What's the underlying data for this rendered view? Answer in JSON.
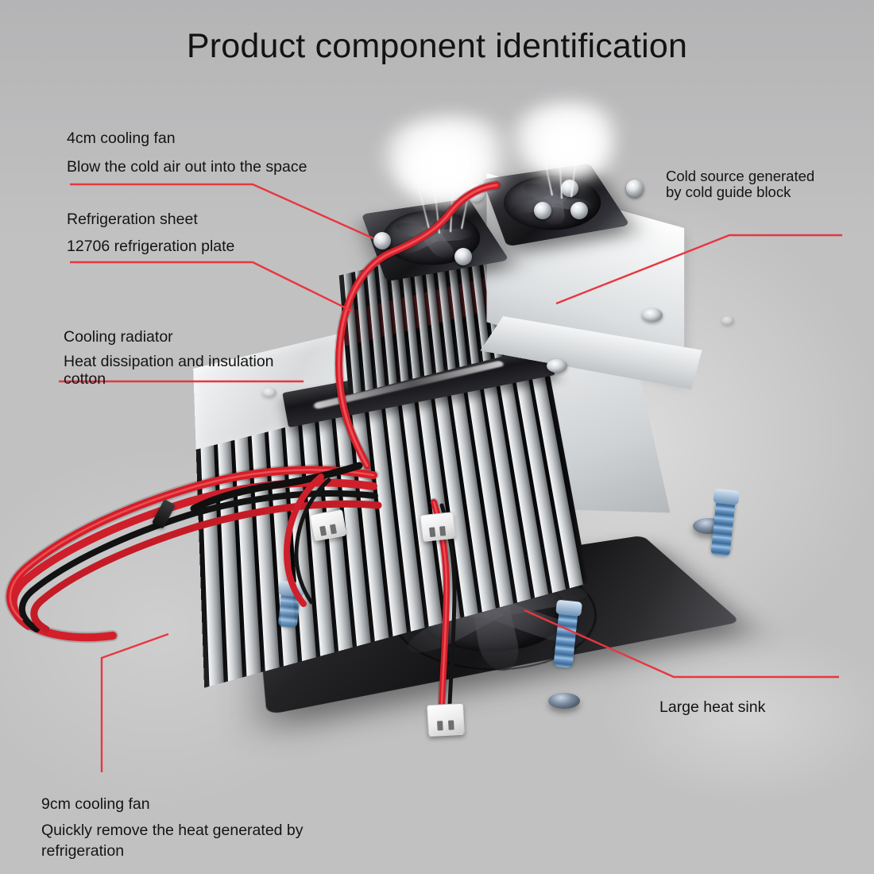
{
  "page": {
    "title": "Product component identification",
    "background_color": "#c1c1c2",
    "leader_line_color": "#e8373f",
    "text_color": "#141414"
  },
  "callouts": [
    {
      "id": "fan-40mm",
      "name": "4cm cooling fan",
      "description": "Blow the cold air out into the space",
      "position": "top-left"
    },
    {
      "id": "refrigeration-sheet",
      "name": "Refrigeration sheet",
      "description": "12706 refrigeration plate",
      "position": "top-left"
    },
    {
      "id": "cooling-radiator",
      "name": "Cooling radiator",
      "description": "Heat dissipation and insulation cotton",
      "position": "mid-left"
    },
    {
      "id": "cold-source",
      "name": "Cold source generated",
      "description": "by cold guide block",
      "position": "top-right"
    },
    {
      "id": "large-heat-sink",
      "name": "Large heat sink",
      "description": "",
      "position": "bottom-right"
    },
    {
      "id": "fan-90mm",
      "name": "9cm cooling fan",
      "description": "Quickly remove the heat generated by refrigeration",
      "position": "bottom-left"
    }
  ],
  "product": {
    "components": [
      {
        "name": "4cm cooling fan",
        "count": 2,
        "color": "black"
      },
      {
        "name": "cold guide block",
        "color": "aluminum"
      },
      {
        "name": "refrigeration plate 12706",
        "color": "red"
      },
      {
        "name": "cooling radiator",
        "color": "black anodized"
      },
      {
        "name": "insulation cotton",
        "color": "black"
      },
      {
        "name": "large heat sink",
        "color": "aluminum"
      },
      {
        "name": "9cm cooling fan",
        "count": 1,
        "color": "black"
      },
      {
        "name": "power wires",
        "color": "red and black"
      },
      {
        "name": "JST connector",
        "count": 3,
        "color": "white"
      },
      {
        "name": "spring screw",
        "color": "blue"
      }
    ],
    "mist_visible": true
  }
}
